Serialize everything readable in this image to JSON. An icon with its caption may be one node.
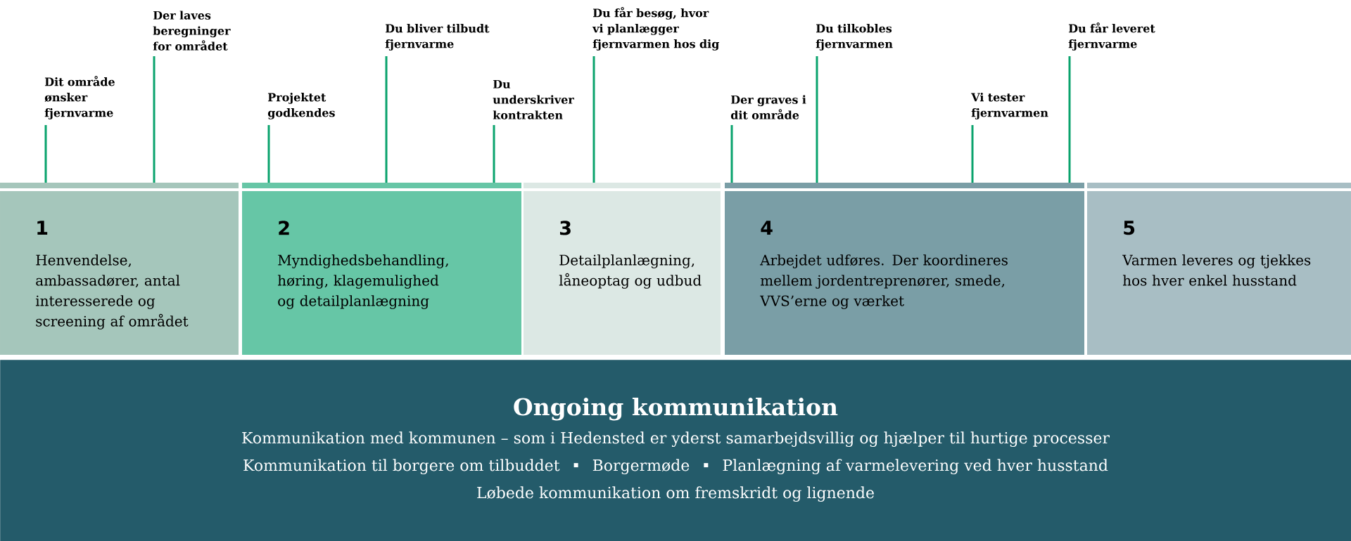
{
  "diagram": {
    "nodes": [
      {
        "text": [
          "Dit område ønsker fjernvarme"
        ]
      },
      {
        "text": [
          "Der laves beregninger for området"
        ]
      },
      {
        "text": [
          "Projektet godkendes"
        ]
      },
      {
        "text": [
          "Du bliver tilbudt fjernvarme"
        ]
      },
      {
        "text": [
          "Du underskriver kontrakten"
        ]
      },
      {
        "text": [
          "Du får besøg, hvor vi planlægger fjernvarmen hos dig"
        ]
      },
      {
        "text": [
          "Der graves i dit område"
        ]
      },
      {
        "text": [
          "Du tilkobles fjernvarmen"
        ]
      },
      {
        "text": [
          "Vi tester fjernvarmen"
        ]
      },
      {
        "text": [
          "Du får leveret fjernvarme"
        ]
      },
      {
        "text": [
          "1",
          "Henvendelse, ambassadører, antal interesserede og screening af området"
        ]
      },
      {
        "text": [
          "2",
          "Myndighedsbehandling, høring, klagemulighed og detailplanlægning"
        ]
      },
      {
        "text": [
          "3",
          "Detailplanlægning, låneoptag og udbud"
        ]
      },
      {
        "text": [
          "4",
          "Arbejdet udføres. Der koordineres mellem jordentreprenører, smede, VVS’erne og værket"
        ]
      },
      {
        "text": [
          "5",
          "Varmen leveres og tjekkes hos hver enkel husstand"
        ]
      },
      {
        "text": [
          "Ongoing kommunikation",
          "Kommunikation med kommunen – som i Hedensted er yderst samarbejdsvillig og hjælper til hurtige processer",
          "Kommunikation til borgere om tilbuddet",
          "Borgermøde",
          "Planlægning af varmelevering ved hver husstand",
          "Løbede kommunikation om fremskridt og lignende"
        ]
      }
    ],
    "edges": [
      {
        "from": 0,
        "to": 10,
        "arrow": "none"
      },
      {
        "from": 1,
        "to": 10,
        "arrow": "none"
      },
      {
        "from": 2,
        "to": 11,
        "arrow": "none"
      },
      {
        "from": 3,
        "to": 11,
        "arrow": "none"
      },
      {
        "from": 4,
        "to": 11,
        "arrow": "none"
      },
      {
        "from": 5,
        "to": 12,
        "arrow": "none"
      },
      {
        "from": 6,
        "to": 13,
        "arrow": "none"
      },
      {
        "from": 7,
        "to": 13,
        "arrow": "none"
      },
      {
        "from": 8,
        "to": 13,
        "arrow": "none"
      },
      {
        "from": 9,
        "to": 13,
        "arrow": "none"
      }
    ]
  }
}
